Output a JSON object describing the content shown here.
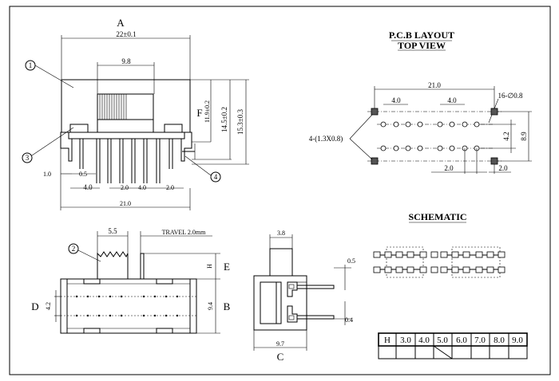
{
  "views": {
    "a": "A",
    "b": "B",
    "c": "C",
    "d": "D",
    "e": "E",
    "f": "F"
  },
  "callouts": [
    "1",
    "2",
    "3",
    "4"
  ],
  "top_view": {
    "width_total": "22±0.1",
    "actuator_width": "9.8",
    "h1": "11.9±0.2",
    "h2": "14.5±0.2",
    "h3": "15.3±0.3",
    "dim_1_0": "1.0",
    "dim_0_5": "0.5",
    "dim_4_0": "4.0",
    "dim_2_0a": "2.0",
    "dim_4_0b": "4.0",
    "dim_2_0b": "2.0",
    "dim_21_0": "21.0"
  },
  "front_view": {
    "dim_5_5": "5.5",
    "travel": "TRAVEL 2.0mm",
    "h_label": "H",
    "dim_4_2": "4.2",
    "dim_9_4": "9.4"
  },
  "side_view": {
    "dim_3_8": "3.8",
    "dim_0_5": "0.5",
    "dim_0_4": "0.4",
    "dim_9_7": "9.7"
  },
  "pcb": {
    "title": "P.C.B LAYOUT",
    "subtitle": "TOP VIEW",
    "dim_21_0": "21.0",
    "dim_4_0a": "4.0",
    "dim_4_0b": "4.0",
    "holes": "16-∅0.8",
    "slots": "4-(1.3X0.8)",
    "dim_4_2": "4.2",
    "dim_8_9": "8.9",
    "dim_2_0a": "2.0",
    "dim_2_0b": "2.0"
  },
  "schematic": {
    "title": "SCHEMATIC"
  },
  "h_table": {
    "header": "H",
    "values": [
      "3.0",
      "4.0",
      "5.0",
      "6.0",
      "7.0",
      "8.0",
      "9.0"
    ]
  }
}
